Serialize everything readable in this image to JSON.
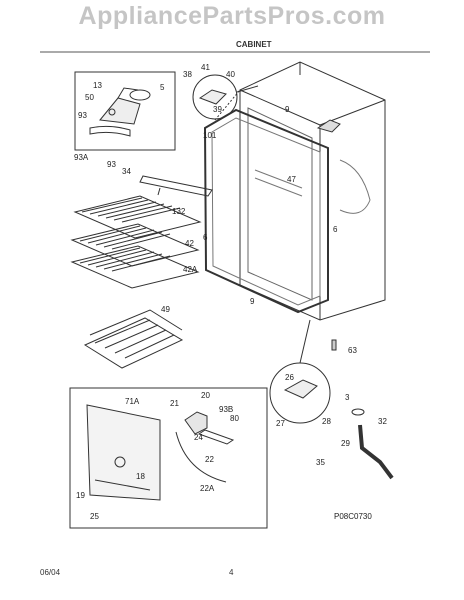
{
  "watermark": "AppliancePartsPros.com",
  "header": {
    "title": "CABINET"
  },
  "callouts": {
    "c13": "13",
    "c5": "5",
    "c50": "50",
    "c93": "93",
    "c93a": "93A",
    "c93b_top": "93",
    "c41": "41",
    "c38": "38",
    "c40": "40",
    "c39": "39",
    "c101": "101",
    "c9a": "9",
    "c9b": "9",
    "c47": "47",
    "c34": "34",
    "c132": "132",
    "c42": "42",
    "c42a": "42A",
    "c6a": "6",
    "c6b": "6",
    "c49": "49",
    "c63": "63",
    "c26": "26",
    "c3": "3",
    "c27": "27",
    "c28": "28",
    "c32": "32",
    "c29": "29",
    "c35": "35",
    "c71a": "71A",
    "c20": "20",
    "c21": "21",
    "c93b": "93B",
    "c80": "80",
    "c24": "24",
    "c22": "22",
    "c22a": "22A",
    "c18": "18",
    "c19": "19",
    "c25": "25"
  },
  "diagram_code": "P08C0730",
  "footer": {
    "date": "06/04",
    "page": "4"
  }
}
